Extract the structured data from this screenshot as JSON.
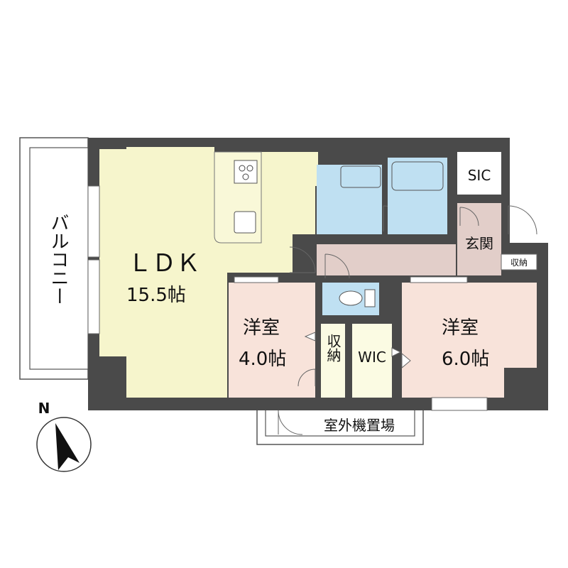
{
  "rooms": {
    "ldk": {
      "name": "ＬＤＫ",
      "size": "15.5帖"
    },
    "western_a": {
      "name": "洋室",
      "size": "4.0帖"
    },
    "western_b": {
      "name": "洋室",
      "size": "6.0帖"
    },
    "storage": "収納",
    "wic": "WIC",
    "sic": "SIC",
    "entrance": "玄関",
    "entrance_storage": "収納",
    "balcony": "バルコニー",
    "outdoor_unit": "室外機置場"
  },
  "compass": {
    "label": "N"
  },
  "colors": {
    "wall": "#4a4a4a",
    "ldk": "#f6f5cc",
    "bedroom": "#f8e3da",
    "wet_area": "#bfe0f2",
    "hallway": "#e2cec9",
    "closet": "#fbfbe3",
    "white_floor": "#ffffff"
  }
}
